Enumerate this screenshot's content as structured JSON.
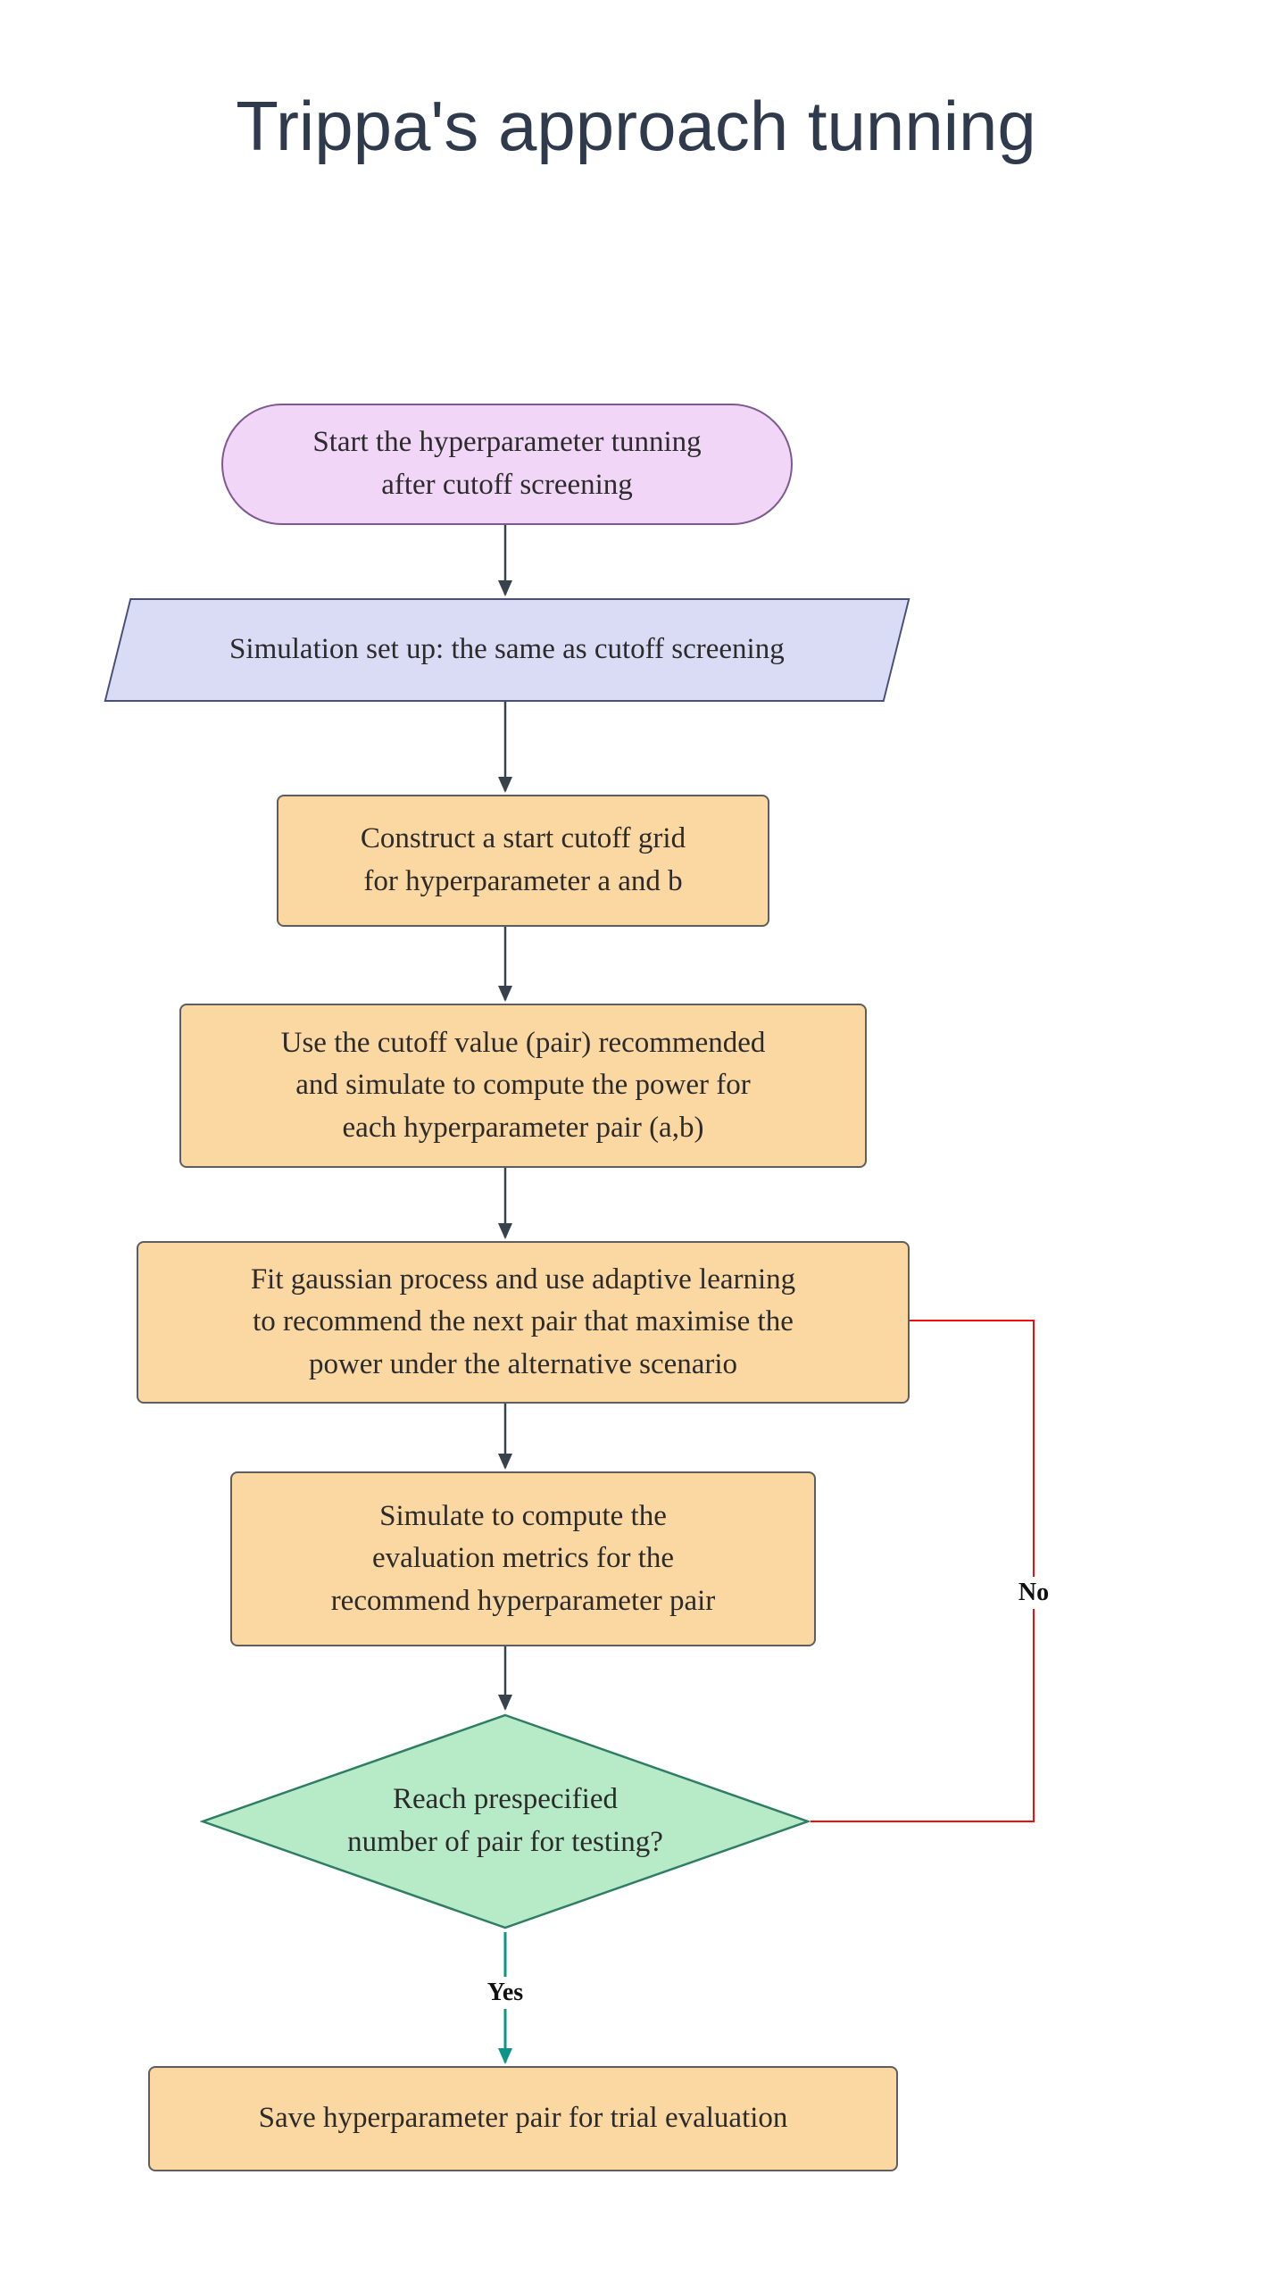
{
  "title": "Trippa's approach tunning",
  "nodes": {
    "start": {
      "type": "terminator",
      "text": "Start the hyperparameter tunning\nafter cutoff screening"
    },
    "setup": {
      "type": "data",
      "text": "Simulation set up: the same as cutoff screening"
    },
    "grid": {
      "type": "process",
      "text": "Construct a start cutoff grid\nfor hyperparameter a and b"
    },
    "simulate_power": {
      "type": "process",
      "text": "Use the cutoff value (pair) recommended\nand simulate to compute the power for\neach hyperparameter pair (a,b)"
    },
    "fit_gp": {
      "type": "process",
      "text": "Fit gaussian process and use adaptive learning\nto recommend the next pair that maximise the\npower under the alternative scenario"
    },
    "evaluate": {
      "type": "process",
      "text": "Simulate to compute the\nevaluation metrics for the\nrecommend hyperparameter pair"
    },
    "decision": {
      "type": "decision",
      "text": "Reach prespecified\nnumber of pair for testing?"
    },
    "save": {
      "type": "process",
      "text": "Save hyperparameter pair for trial evaluation"
    }
  },
  "edges": {
    "no_label": "No",
    "yes_label": "Yes"
  },
  "colors": {
    "title_text": "#2f3b4c",
    "connector": "#38424c",
    "terminator_fill": "#f2d6f7",
    "terminator_stroke": "#7e5a8f",
    "data_fill": "#dadcf5",
    "data_stroke": "#485078",
    "process_fill": "#fbd7a2",
    "process_stroke": "#5e5e5e",
    "decision_fill": "#b7ebc8",
    "decision_stroke": "#2e7d64",
    "no_edge": "#f20d0d",
    "yes_edge": "#0d9488"
  }
}
